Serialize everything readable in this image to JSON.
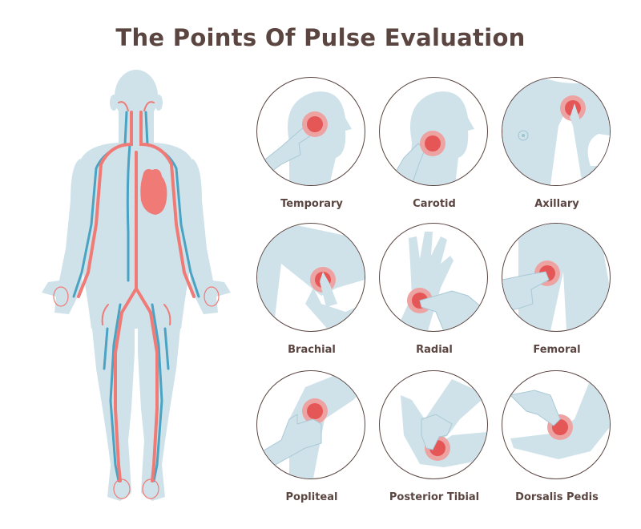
{
  "title": "The Points Of Pulse Evaluation",
  "colors": {
    "title_text": "#5a4541",
    "skin": "#cfe2ea",
    "artery": "#ef7a76",
    "vein": "#4aa3c2",
    "pulse_core": "#e45756",
    "pulse_ring": "#eea3a3",
    "circle_border": "#5a4541"
  },
  "figure": {
    "name": "Human circulatory system",
    "parts": [
      "heart",
      "arteries",
      "veins",
      "body silhouette"
    ]
  },
  "points": [
    {
      "label": "Temporary",
      "icon": "temporal-pulse-icon"
    },
    {
      "label": "Carotid",
      "icon": "carotid-pulse-icon"
    },
    {
      "label": "Axillary",
      "icon": "axillary-pulse-icon"
    },
    {
      "label": "Brachial",
      "icon": "brachial-pulse-icon"
    },
    {
      "label": "Radial",
      "icon": "radial-pulse-icon"
    },
    {
      "label": "Femoral",
      "icon": "femoral-pulse-icon"
    },
    {
      "label": "Popliteal",
      "icon": "popliteal-pulse-icon"
    },
    {
      "label": "Posterior Tibial",
      "icon": "posterior-tibial-pulse-icon"
    },
    {
      "label": "Dorsalis Pedis",
      "icon": "dorsalis-pedis-pulse-icon"
    }
  ]
}
